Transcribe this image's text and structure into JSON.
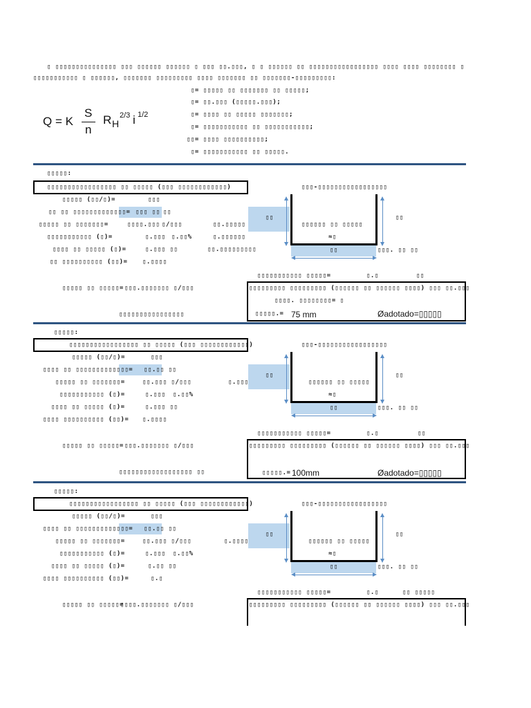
{
  "intro": {
    "line1": "▯ ▯▯▯▯▯▯▯▯▯▯▯▯▯▯▯ ▯▯▯ ▯▯▯▯▯▯ ▯▯▯▯▯▯ ▯ ▯▯▯ ▯▯.▯▯▯, ▯ ▯ ▯▯▯▯▯▯ ▯▯ ▯▯▯▯▯▯▯▯▯▯▯▯▯▯▯▯▯ ▯▯▯▯ ▯▯▯▯ ▯▯▯▯▯▯▯▯ ▯",
    "line2": "▯▯▯▯▯▯▯▯▯▯▯ ▯ ▯▯▯▯▯▯, ▯▯▯▯▯▯▯ ▯▯▯▯▯▯▯▯▯ ▯▯▯▯ ▯▯▯▯▯▯▯ ▯▯ ▯▯▯▯▯▯▯-▯▯▯▯▯▯▯▯▯:",
    "defs": [
      "▯= ▯▯▯▯▯ ▯▯ ▯▯▯▯▯▯▯ ▯▯ ▯▯▯▯▯;",
      "▯= ▯▯.▯▯▯ (▯▯▯▯▯.▯▯▯);",
      "▯= ▯▯▯▯ ▯▯ ▯▯▯▯▯ ▯▯▯▯▯▯▯;",
      "▯= ▯▯▯▯▯▯▯▯▯▯▯ ▯▯ ▯▯▯▯▯▯▯▯▯▯▯;",
      "▯▯= ▯▯▯▯ ▯▯▯▯▯▯▯▯▯▯;",
      "▯= ▯▯▯▯▯▯▯▯▯▯▯ ▯▯ ▯▯▯▯▯."
    ],
    "formula": {
      "q": "Q = K",
      "s": "S",
      "n": "n",
      "rh": "R",
      "h": "H",
      "exp1": "2/3",
      "i": "i",
      "exp2": "1/2"
    }
  },
  "sections": [
    {
      "label": "▯▯▯▯▯:",
      "title": "▯▯▯▯▯▯▯▯▯▯▯▯▯▯▯▯▯ ▯▯ ▯▯▯▯▯ (▯▯▯ ▯▯▯▯▯▯▯▯▯▯▯▯)",
      "rows": [
        {
          "a": "▯▯▯▯▯ (▯▯/▯)=",
          "b": "▯▯▯",
          "c": "",
          "d": ""
        },
        {
          "a": "▯▯ ▯▯ ▯▯▯▯▯▯▯▯▯▯▯▯▯=",
          "b": "▯▯▯ ▯▯",
          "c": "▯▯",
          "d": ""
        },
        {
          "a": "▯▯▯▯▯ ▯▯ ▯▯▯▯▯▯▯=",
          "b": "▯▯▯▯.▯▯▯",
          "c": "▯/▯▯▯",
          "d": "▯▯.▯▯▯▯▯"
        },
        {
          "a": "▯▯▯▯▯▯▯▯▯▯▯ (▯)=",
          "b": "▯.▯▯▯",
          "c": "▯.▯▯%",
          "d": "▯.▯▯▯▯▯▯"
        },
        {
          "a": "▯▯▯▯ ▯▯ ▯▯▯▯▯ (▯)=",
          "b": "▯.▯▯▯ ▯▯",
          "c": "",
          "d": "▯▯.▯▯▯▯▯▯▯▯▯"
        },
        {
          "a": "▯▯ ▯▯▯▯▯▯▯▯▯▯ (▯▯)=",
          "b": "▯.▯▯▯▯",
          "c": "",
          "d": ""
        }
      ],
      "velocity": {
        "label": "▯▯▯▯▯ ▯▯ ▯▯▯▯▯=",
        "value": "▯▯▯.▯▯▯▯▯▯▯ ▯/▯▯▯"
      },
      "footer_left": "▯▯▯▯▯▯▯▯▯▯▯▯▯▯▯▯",
      "diagram": {
        "title": "▯▯▯-▯▯▯▯▯▯▯▯▯▯▯▯▯▯▯▯▯",
        "left_tag": "▯▯",
        "right_tag": "▯▯",
        "center_label": "▯▯▯▯▯▯ ▯▯ ▯▯▯▯▯",
        "approx": "≈▯",
        "bottom_tag": "▯▯",
        "bottom_right": "▯▯▯. ▯▯ ▯▯"
      },
      "calc": {
        "label": "▯▯▯▯▯▯▯▯▯▯▯ ▯▯▯▯▯=",
        "value": "▯.▯",
        "unit": "▯▯"
      },
      "result": {
        "line1": "▯▯▯▯▯▯▯▯▯ ▯▯▯▯▯▯▯▯▯ (▯▯▯▯▯▯ ▯▯ ▯▯▯▯▯▯ ▯▯▯▯) ▯▯▯ ▯▯.▯▯▯",
        "line2": "▯▯▯▯. ▯▯▯▯▯▯▯▯= ▯",
        "diam_label": "▯▯▯▯▯.=",
        "diam_value": "75 mm",
        "adotado": "Øadotado=▯▯▯▯▯"
      }
    },
    {
      "label": "▯▯▯▯▯:",
      "title": "▯▯▯▯▯▯▯▯▯▯▯▯▯▯▯▯▯ ▯▯ ▯▯▯▯▯ (▯▯▯ ▯▯▯▯▯▯▯▯▯▯▯▯)",
      "rows": [
        {
          "a": "▯▯▯▯▯ (▯▯/▯)=",
          "b": "▯▯▯",
          "c": "",
          "d": ""
        },
        {
          "a": "▯▯▯▯ ▯▯ ▯▯▯▯▯▯▯▯▯▯▯▯▯=",
          "b": "▯▯.▯▯ ▯▯",
          "c": "",
          "d": ""
        },
        {
          "a": "▯▯▯▯▯ ▯▯ ▯▯▯▯▯▯▯=",
          "b": "▯▯.▯▯▯ ▯/▯▯▯",
          "c": "",
          "d": "▯.▯▯▯▯"
        },
        {
          "a": "▯▯▯▯▯▯▯▯▯▯▯ (▯)=",
          "b": "▯.▯▯▯",
          "c": "▯.▯▯%",
          "d": ""
        },
        {
          "a": "▯▯▯▯ ▯▯ ▯▯▯▯▯ (▯)=",
          "b": "▯.▯▯▯ ▯▯",
          "c": "",
          "d": ""
        },
        {
          "a": "▯▯▯▯ ▯▯▯▯▯▯▯▯▯▯ (▯▯)=",
          "b": "▯.▯▯▯▯",
          "c": "",
          "d": ""
        }
      ],
      "velocity": {
        "label": "▯▯▯▯▯ ▯▯ ▯▯▯▯▯=",
        "value": "▯▯▯.▯▯▯▯▯▯▯ ▯/▯▯▯"
      },
      "footer_left": "▯▯▯▯▯▯▯▯▯▯▯▯▯▯▯▯▯▯ ▯▯",
      "diagram": {
        "title": "▯▯▯-▯▯▯▯▯▯▯▯▯▯▯▯▯▯▯▯▯",
        "left_tag": "▯▯",
        "right_tag": "▯▯",
        "center_label": "▯▯▯▯▯▯ ▯▯ ▯▯▯▯▯",
        "approx": "≈▯",
        "bottom_tag": "▯▯",
        "bottom_right": "▯▯▯. ▯▯ ▯▯"
      },
      "calc": {
        "label": "▯▯▯▯▯▯▯▯▯▯▯ ▯▯▯▯▯=",
        "value": "▯.▯",
        "unit": "▯▯"
      },
      "result": {
        "line1": "▯▯▯▯▯▯▯▯▯ ▯▯▯▯▯▯▯▯▯ (▯▯▯▯▯▯ ▯▯ ▯▯▯▯▯▯ ▯▯▯▯) ▯▯▯ ▯▯.▯▯▯",
        "line2": "",
        "diam_label": "▯▯▯▯▯.=",
        "diam_value": "100mm",
        "adotado": "Øadotado=▯▯▯▯▯"
      }
    },
    {
      "label": "▯▯▯▯▯:",
      "title": "▯▯▯▯▯▯▯▯▯▯▯▯▯▯▯▯▯ ▯▯ ▯▯▯▯▯ (▯▯▯ ▯▯▯▯▯▯▯▯▯▯▯▯)",
      "rows": [
        {
          "a": "▯▯▯▯▯ (▯▯/▯)=",
          "b": "▯▯▯",
          "c": "",
          "d": ""
        },
        {
          "a": "▯▯▯▯ ▯▯ ▯▯▯▯▯▯▯▯▯▯▯▯▯=",
          "b": "▯▯.▯▯ ▯▯",
          "c": "",
          "d": ""
        },
        {
          "a": "▯▯▯▯▯ ▯▯ ▯▯▯▯▯▯▯=",
          "b": "▯▯.▯▯▯ ▯/▯▯▯",
          "c": "",
          "d": "▯.▯▯▯▯▯"
        },
        {
          "a": "▯▯▯▯▯▯▯▯▯▯▯ (▯)=",
          "b": "▯.▯▯▯",
          "c": "▯.▯▯%",
          "d": ""
        },
        {
          "a": "▯▯▯▯ ▯▯ ▯▯▯▯▯ (▯)=",
          "b": "▯.▯▯ ▯▯",
          "c": "",
          "d": ""
        },
        {
          "a": "▯▯▯▯ ▯▯▯▯▯▯▯▯▯▯ (▯▯)=",
          "b": "▯.▯",
          "c": "",
          "d": ""
        }
      ],
      "velocity": {
        "label": "▯▯▯▯▯ ▯▯ ▯▯▯▯▯=",
        "value": "▯▯▯▯.▯▯▯▯▯▯▯ ▯/▯▯▯"
      },
      "footer_left": "",
      "diagram": {
        "title": "▯▯▯-▯▯▯▯▯▯▯▯▯▯▯▯▯▯▯▯▯",
        "left_tag": "▯▯",
        "right_tag": "▯▯",
        "center_label": "▯▯▯▯▯▯ ▯▯ ▯▯▯▯▯",
        "approx": "≈▯",
        "bottom_tag": "▯▯",
        "bottom_right": "▯▯▯. ▯▯ ▯▯"
      },
      "calc": {
        "label": "▯▯▯▯▯▯▯▯▯▯▯ ▯▯▯▯▯=",
        "value": "▯.▯",
        "unit": "▯▯ ▯▯▯▯▯"
      },
      "result": {
        "line1": "▯▯▯▯▯▯▯▯▯ ▯▯▯▯▯▯▯▯▯ (▯▯▯▯▯▯ ▯▯ ▯▯▯▯▯▯ ▯▯▯▯) ▯▯▯ ▯▯.▯▯▯",
        "line2": "",
        "diam_label": "",
        "diam_value": "",
        "adotado": ""
      }
    }
  ]
}
